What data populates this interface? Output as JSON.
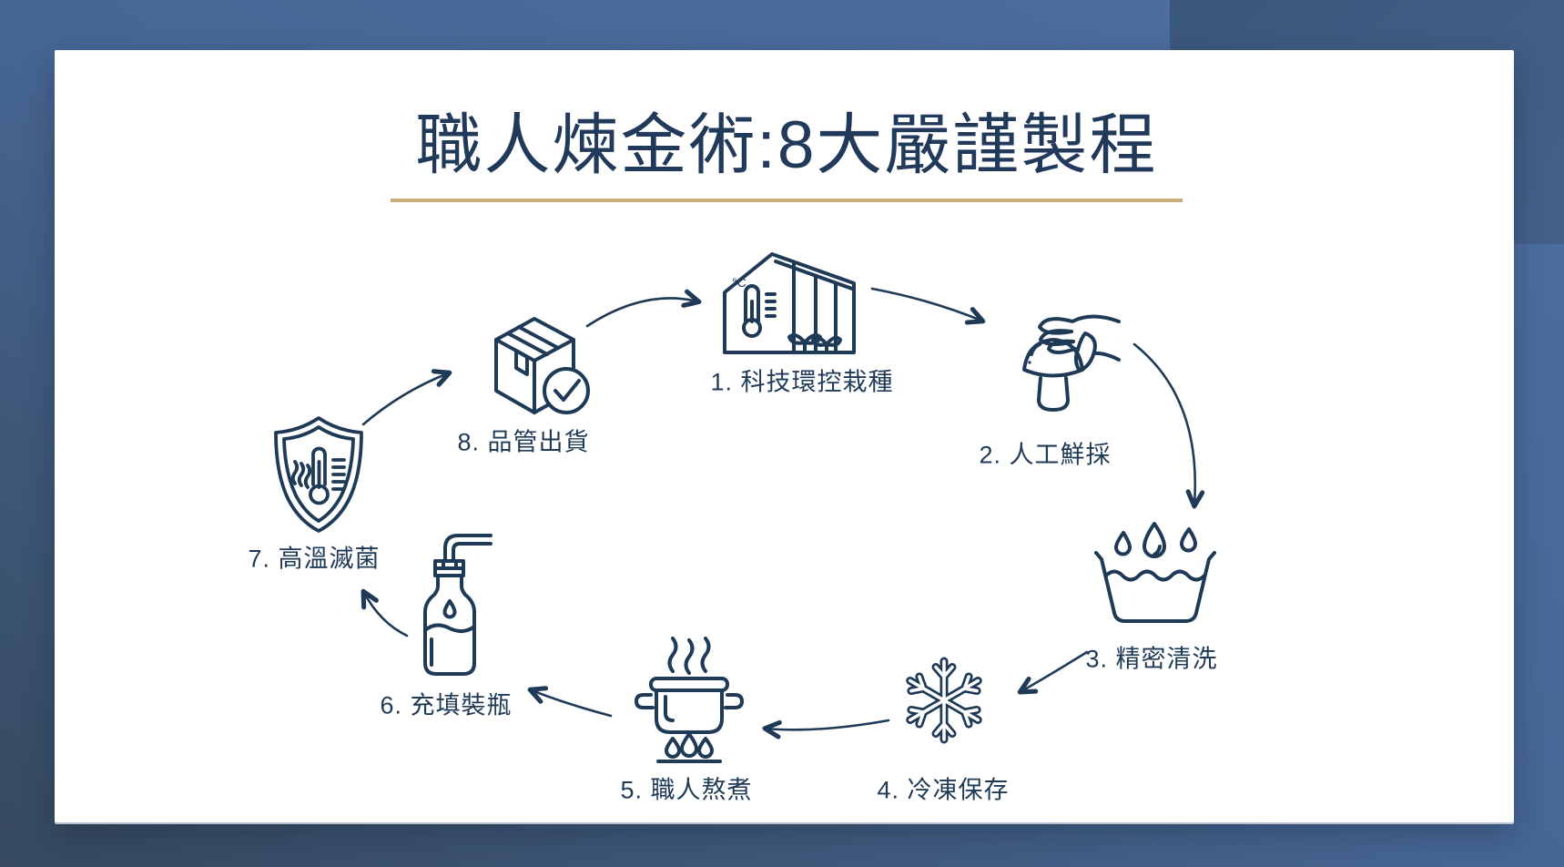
{
  "slide": {
    "title": "職人煉金術:8大嚴謹製程",
    "colors": {
      "ink": "#1F3A57",
      "ink_title": "#21395A",
      "accent_gold": "#C9AD79",
      "bg_light": "#4D70A2",
      "bg_mid": "#466693",
      "bg_dark": "#36495E",
      "bg_overlay_a": "#3A577B",
      "bg_overlay_b": "#44618A",
      "card": "#FFFFFF"
    }
  },
  "process": {
    "type": "cycle-diagram",
    "direction": "clockwise",
    "steps": [
      {
        "label": "1. 科技環控栽種",
        "icon": "greenhouse-icon"
      },
      {
        "label": "2. 人工鮮採",
        "icon": "hand-pick-mushroom-icon"
      },
      {
        "label": "3. 精密清洗",
        "icon": "wash-basin-icon"
      },
      {
        "label": "4. 冷凍保存",
        "icon": "snowflake-icon"
      },
      {
        "label": "5. 職人熬煮",
        "icon": "cooking-pot-icon"
      },
      {
        "label": "6. 充填裝瓶",
        "icon": "filling-bottle-icon"
      },
      {
        "label": "7. 高溫滅菌",
        "icon": "sterilize-shield-icon"
      },
      {
        "label": "8. 品管出貨",
        "icon": "qc-shipping-box-icon"
      }
    ]
  }
}
